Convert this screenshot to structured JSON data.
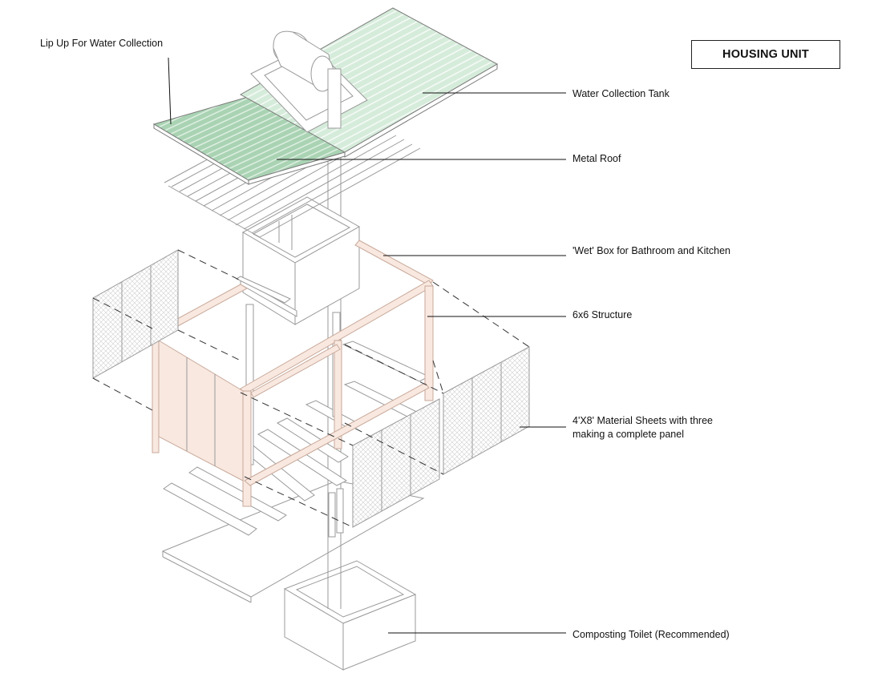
{
  "title": "HOUSING UNIT",
  "labels": {
    "lip_up": "Lip Up For Water Collection",
    "water_tank": "Water Collection Tank",
    "metal_roof": "Metal Roof",
    "wet_box": "'Wet' Box for Bathroom and Kitchen",
    "structure": "6x6 Structure",
    "material_sheets_line1": "4'X8' Material Sheets with three",
    "material_sheets_line2": "making a complete panel",
    "composting_toilet": "Composting Toilet (Recommended)"
  },
  "colors": {
    "roof_green": "#cfe6d4",
    "roof_green_dark": "#a9d3b3",
    "wood": "#f8e8e0",
    "wood_edge": "#c8a99a",
    "mesh": "#d9d9d9",
    "line": "#9a9a9a",
    "leader": "#111111"
  }
}
